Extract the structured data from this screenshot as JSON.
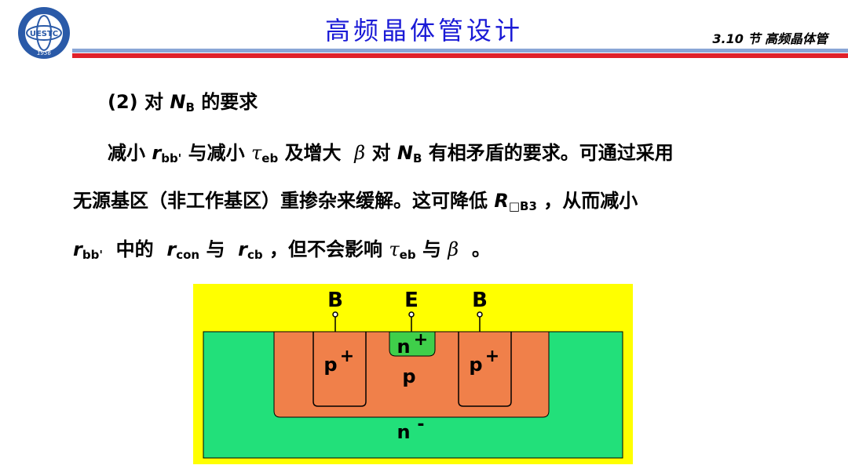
{
  "header": {
    "title": "高频晶体管设计",
    "section": "3.10 节 高频晶体管",
    "logo_text": "UESTC",
    "logo_year": "1956"
  },
  "content": {
    "heading_num": "(2)",
    "heading_pre": "对",
    "heading_var": "N",
    "heading_sub": "B",
    "heading_post": "的要求",
    "l1_a": "减小",
    "r": "r",
    "bb_sub": "bb'",
    "l1_b": "与减小",
    "tau": "τ",
    "eb_sub": "eb",
    "l1_c": "及增大",
    "beta": "β",
    "l1_d": "对",
    "l1_n": "N",
    "l1_nsub": "B",
    "l1_e": "有相矛盾的要求。可通过采用",
    "l2_a": "无源基区（非工作基区）重掺杂来缓解。这可降低",
    "R": "R",
    "rb3_sub": "□B3",
    "l2_b": "，从而减小",
    "l3_a": "中的",
    "con_sub": "con",
    "l3_b": "与",
    "cb_sub": "cb",
    "l3_c": "，但不会影响",
    "l3_d": "与",
    "l3_e": "。"
  },
  "diagram": {
    "terminal_B_left": "B",
    "terminal_E": "E",
    "terminal_B_right": "B",
    "region_n_plus": "n",
    "region_n_plus_sup": "+",
    "region_p_plus_left": "p",
    "region_p_plus_left_sup": "+",
    "region_p": "p",
    "region_p_plus_right": "p",
    "region_p_plus_right_sup": "+",
    "region_n_minus": "n",
    "region_n_minus_sup": "-",
    "colors": {
      "background": "#ffff00",
      "n_region": "#22e07a",
      "p_region": "#f0804a",
      "n_plus": "#3fcf4a"
    }
  }
}
